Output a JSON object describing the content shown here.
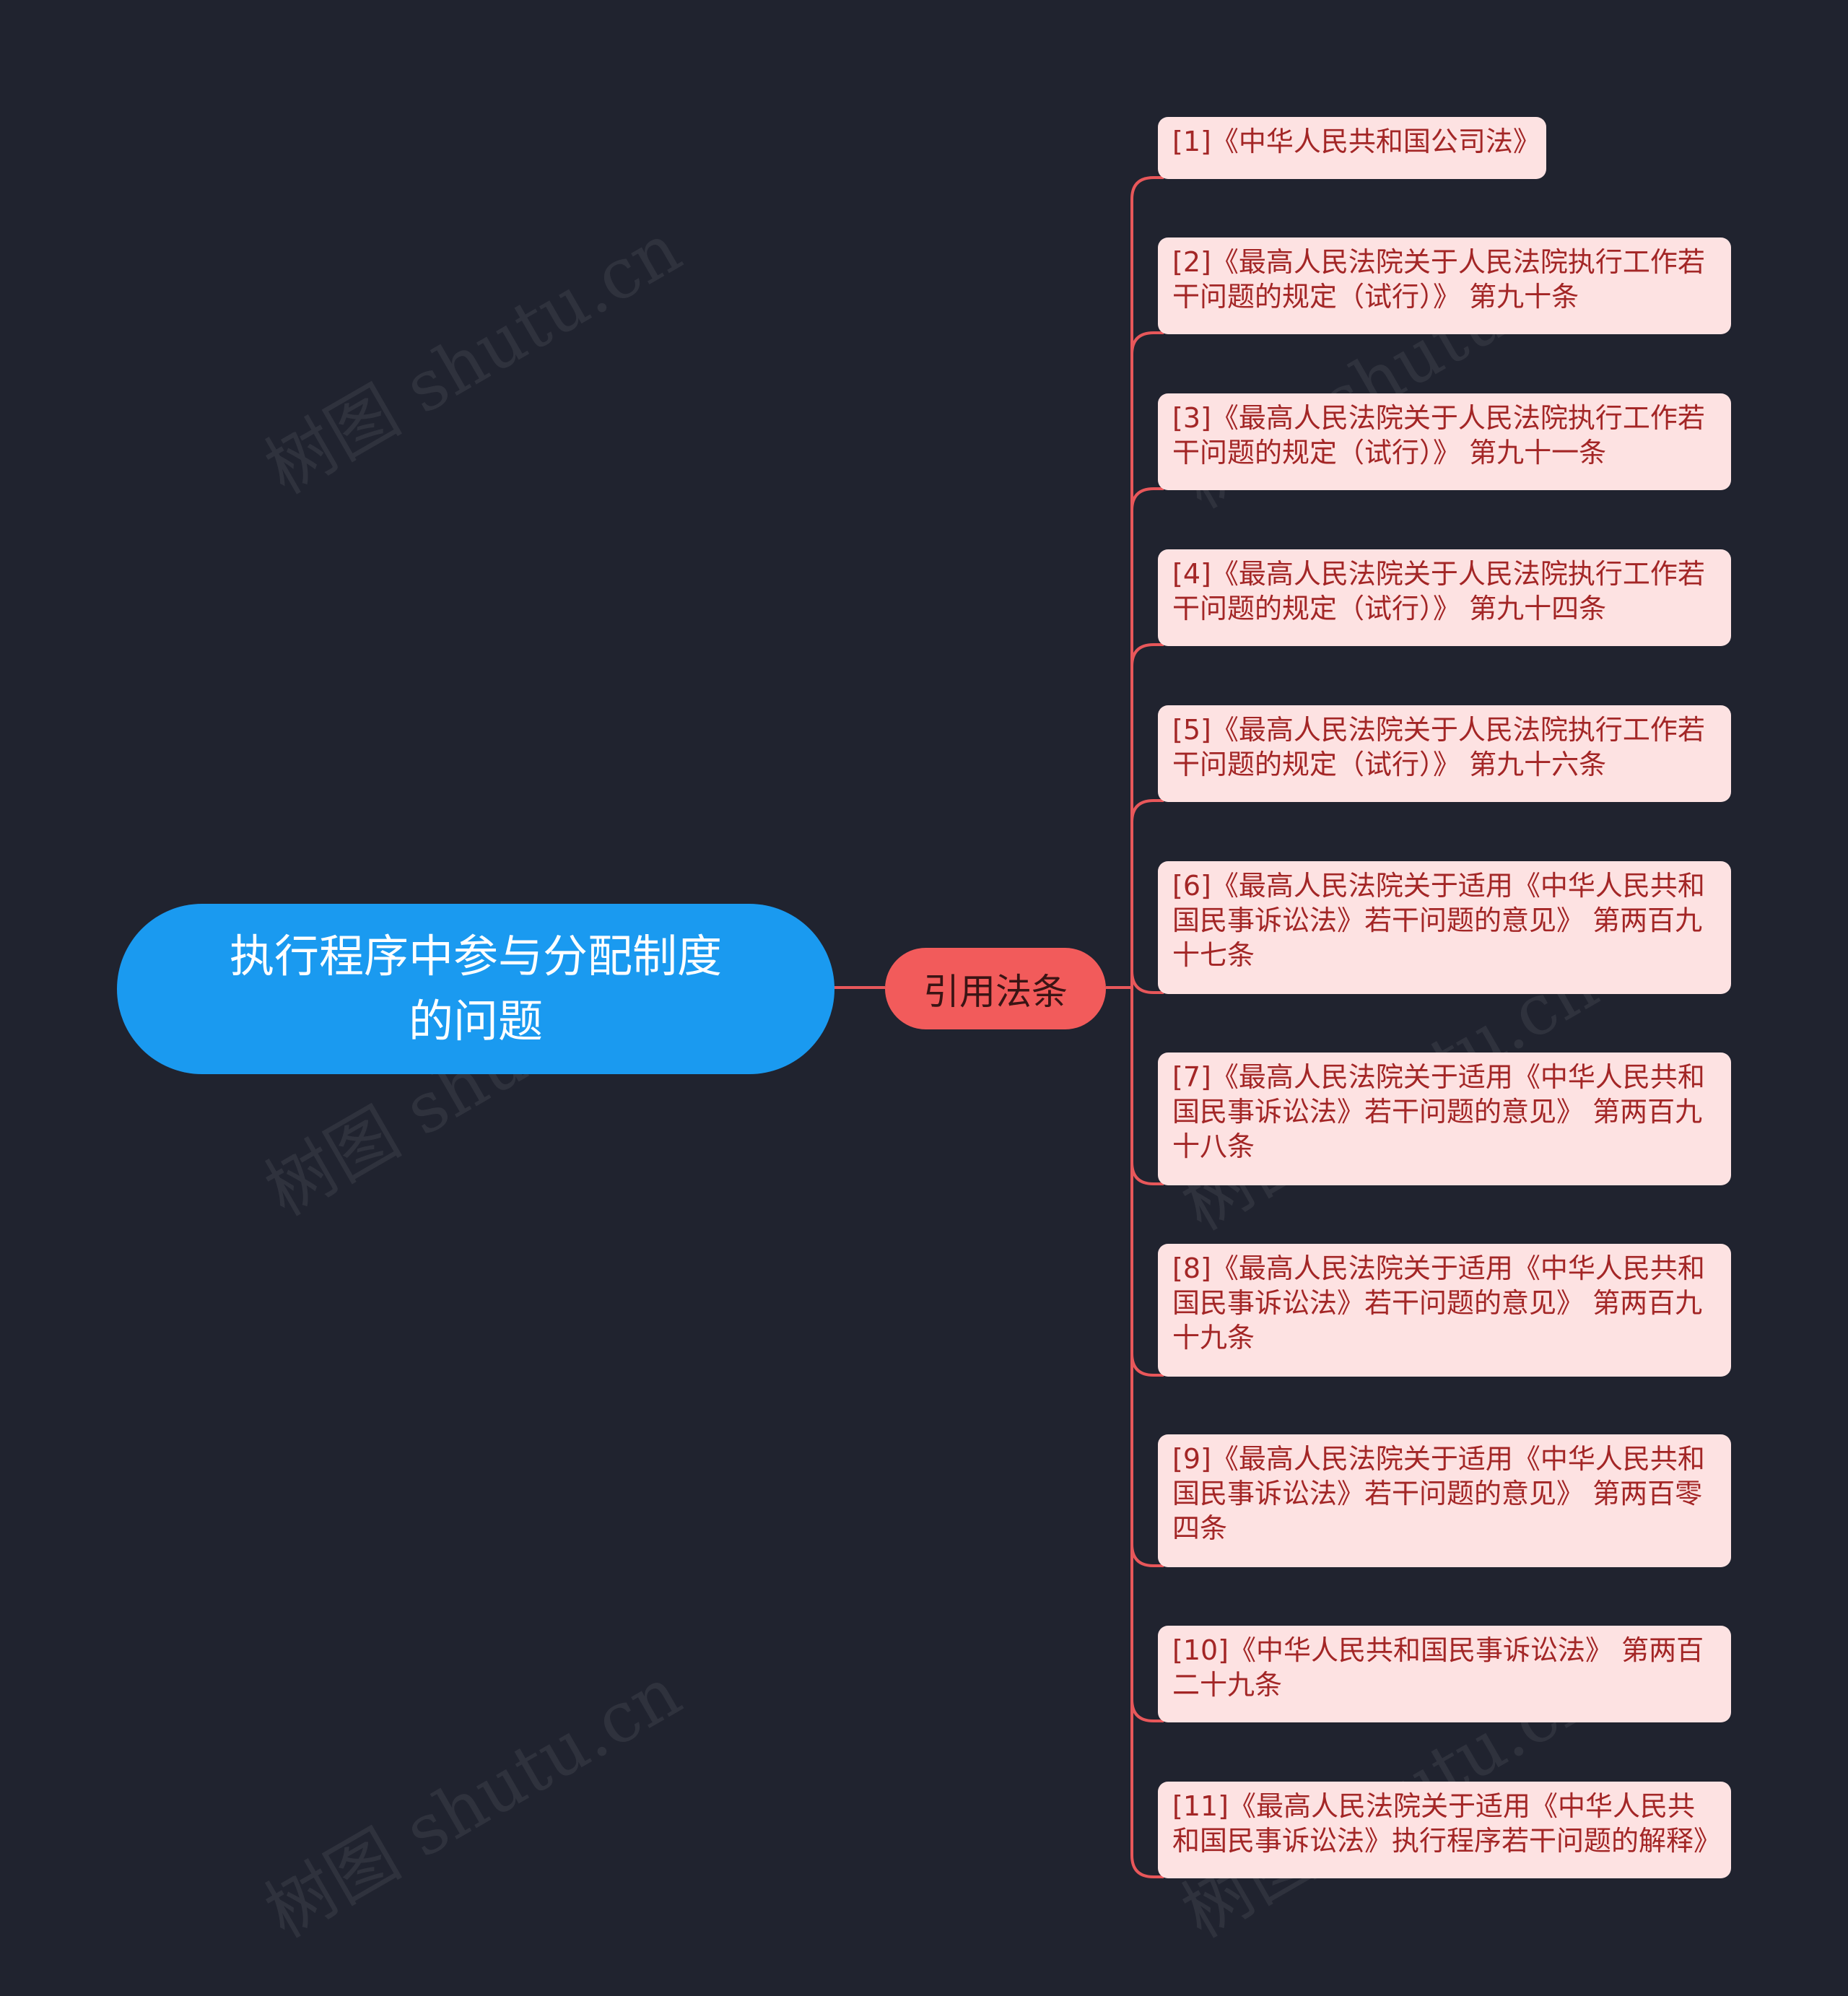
{
  "root": {
    "title": "执行程序中参与分配制度的问题"
  },
  "branch": {
    "label": "引用法条"
  },
  "leaves": [
    "[1]《中华人民共和国公司法》",
    "[2]《最高人民法院关于人民法院执行工作若干问题的规定（试行）》 第九十条",
    "[3]《最高人民法院关于人民法院执行工作若干问题的规定（试行）》 第九十一条",
    "[4]《最高人民法院关于人民法院执行工作若干问题的规定（试行）》 第九十四条",
    "[5]《最高人民法院关于人民法院执行工作若干问题的规定（试行）》 第九十六条",
    "[6]《最高人民法院关于适用《中华人民共和国民事诉讼法》若干问题的意见》 第两百九十七条",
    "[7]《最高人民法院关于适用《中华人民共和国民事诉讼法》若干问题的意见》 第两百九十八条",
    "[8]《最高人民法院关于适用《中华人民共和国民事诉讼法》若干问题的意见》 第两百九十九条",
    "[9]《最高人民法院关于适用《中华人民共和国民事诉讼法》若干问题的意见》 第两百零四条",
    "[10]《中华人民共和国民事诉讼法》 第两百二十九条",
    "[11]《最高人民法院关于适用《中华人民共和国民事诉讼法》执行程序若干问题的解释》"
  ],
  "watermark": "树图 shutu.cn",
  "colors": {
    "background": "#20232f",
    "root": "#1a9af0",
    "branch": "#f25b5b",
    "leaf_bg": "#fde2e2",
    "leaf_text": "#a32626",
    "connector": "#e8575a"
  }
}
